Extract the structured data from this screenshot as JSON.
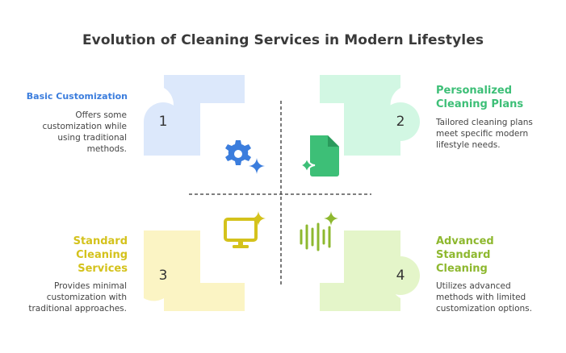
{
  "title": "Evolution of Cleaning Services in Modern Lifestyles",
  "colors": {
    "blue": "#dce8fb",
    "blue_accent": "#3b7ddd",
    "green": "#d2f7e3",
    "green_accent": "#3dbf77",
    "yellow": "#fbf4c4",
    "yellow_accent": "#d4c21c",
    "olive": "#e4f5c9",
    "olive_accent": "#8eb82f"
  },
  "quadrants": [
    {
      "number": "1",
      "heading_lines": [
        "Basic Customization"
      ],
      "desc_lines": [
        "Offers some",
        "customization while",
        "using traditional",
        "methods."
      ],
      "icon": "gear-sparkle-icon"
    },
    {
      "number": "2",
      "heading_lines": [
        "Personalized",
        "Cleaning Plans"
      ],
      "desc_lines": [
        "Tailored cleaning plans",
        "meet specific modern",
        "lifestyle needs."
      ],
      "icon": "document-sparkle-icon"
    },
    {
      "number": "3",
      "heading_lines": [
        "Standard",
        "Cleaning",
        "Services"
      ],
      "desc_lines": [
        "Provides minimal",
        "customization with",
        "traditional approaches."
      ],
      "icon": "monitor-sparkle-icon"
    },
    {
      "number": "4",
      "heading_lines": [
        "Advanced",
        "Standard",
        "Cleaning"
      ],
      "desc_lines": [
        "Utilizes advanced",
        "methods with limited",
        "customization options."
      ],
      "icon": "soundwave-sparkle-icon"
    }
  ]
}
